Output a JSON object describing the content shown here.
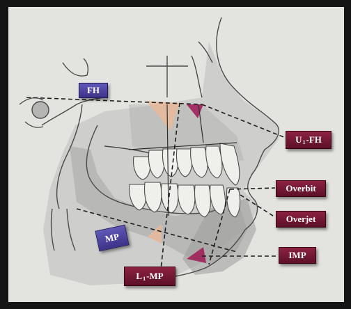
{
  "labels": {
    "fh": "FH",
    "mp": "MP",
    "u1_fh": {
      "main": "U",
      "sub": "1",
      "rest": " -FH"
    },
    "overbit": "Overbit",
    "overjet": "Overjet",
    "imp": "IMP",
    "l1_mp": {
      "main": "L",
      "sub": "1",
      "rest": " -MP"
    }
  },
  "colors": {
    "background": "#e4e4e0",
    "frame": "#141414",
    "maroon_label": "#7a1a36",
    "blue_label": "#4a42a0",
    "angle_peach": "#e8b89a",
    "angle_magenta": "#a0205a",
    "shading": "#a8a8a8"
  }
}
